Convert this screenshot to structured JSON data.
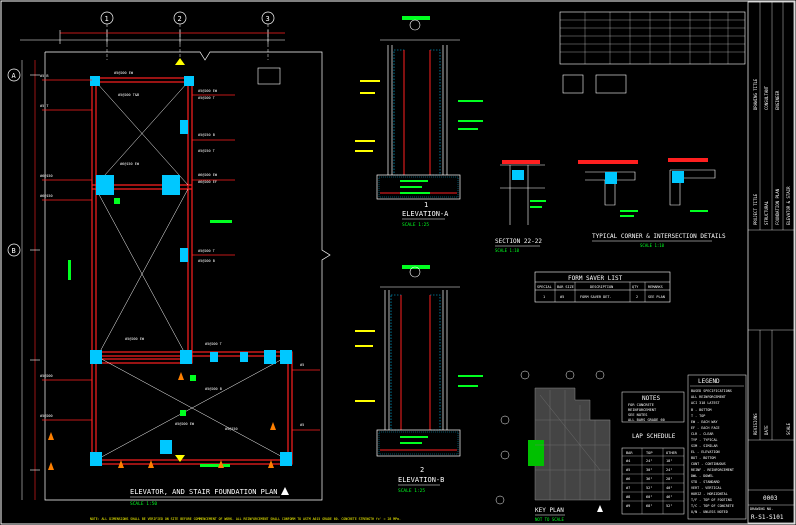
{
  "plan": {
    "title": "ELEVATOR, AND STAIR FOUNDATION PLAN",
    "scale": "SCALE 1:50",
    "grid_top": [
      "1",
      "2",
      "3"
    ],
    "grid_left": [
      "A",
      "B"
    ]
  },
  "elevation_a": {
    "title": "ELEVATION-A",
    "scale": "SCALE 1:25",
    "mark": "1"
  },
  "elevation_b": {
    "title": "ELEVATION-B",
    "scale": "SCALE 1:25",
    "mark": "2"
  },
  "section": {
    "title": "SECTION 22-22",
    "scale": "SCALE 1:10"
  },
  "corner_details": {
    "title": "TYPICAL CORNER & INTERSECTION DETAILS",
    "scale": "SCALE 1:10"
  },
  "form_saver": {
    "title": "FORM SAVER LIST",
    "headers": [
      "SPECIAL",
      "BAR SIZE",
      "DESCRIPTION",
      "QTY",
      "REMARKS"
    ],
    "rows": [
      [
        "1",
        "#5",
        "FORM SAVER DET.",
        "2",
        "SEE PLAN"
      ]
    ]
  },
  "key_plan": {
    "title": "KEY PLAN",
    "scale": "NOT TO SCALE"
  },
  "legend": {
    "title": "LEGEND",
    "lines": [
      "BASED SPECIFICATIONS",
      "ALL REINFORCEMENT",
      "ACI 318 LATEST",
      "B - BOTTOM",
      "T - TOP",
      "EW - EACH WAY",
      "EF - EACH FACE",
      "CLR - CLEAR",
      "TYP - TYPICAL",
      "SIM - SIMILAR",
      "EL - ELEVATION",
      "BOT - BOTTOM",
      "CONT - CONTINUOUS",
      "REINF - REINFORCEMENT",
      "DWL - DOWEL",
      "STD - STANDARD",
      "VERT - VERTICAL",
      "HORIZ - HORIZONTAL",
      "T/F - TOP OF FOOTING",
      "T/C - TOP OF CONCRETE",
      "U/N - UNLESS NOTED"
    ]
  },
  "notes_block": {
    "title": "NOTES",
    "lines": [
      "FOR CONCRETE",
      "REINFORCEMENT",
      "SEE NOTES",
      "ALL BARS GRADE 60"
    ]
  },
  "lap_schedule": {
    "title": "LAP SCHEDULE",
    "headers": [
      "BAR",
      "TOP",
      "OTHER"
    ],
    "rows": [
      [
        "#4",
        "24\"",
        "18\""
      ],
      [
        "#5",
        "30\"",
        "24\""
      ],
      [
        "#6",
        "36\"",
        "28\""
      ],
      [
        "#7",
        "52\"",
        "40\""
      ],
      [
        "#8",
        "60\"",
        "46\""
      ],
      [
        "#9",
        "68\"",
        "52\""
      ]
    ]
  },
  "title_block": {
    "sheet_no": "R-S1-S101",
    "rev": "0003",
    "vert_labels": [
      "PROJECT TITLE",
      "STRUCTURAL",
      "FOUNDATION PLAN",
      "ELEVATOR & STAIR",
      "DRAWING TITLE",
      "CONSULTANT",
      "ENGINEER",
      "REVISIONS",
      "DATE",
      "SCALE"
    ],
    "drawing_no": "DRAWING NO."
  },
  "footer_note": "NOTE: ALL DIMENSIONS SHALL BE VERIFIED ON SITE BEFORE COMMENCEMENT OF WORK. ALL REINFORCEMENT SHALL CONFORM TO ASTM A615 GRADE 60. CONCRETE STRENGTH fc' = 28 MPa.",
  "colors": {
    "red": "#ff2020",
    "cyan": "#00c8ff",
    "green": "#00ff20",
    "yellow": "#ffff00",
    "white": "#ffffff"
  }
}
